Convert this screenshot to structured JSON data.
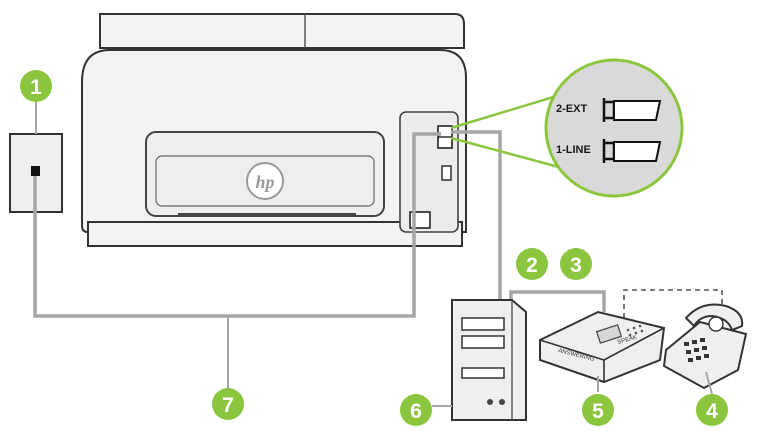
{
  "diagram": {
    "colors": {
      "callout_fill": "#8cc63f",
      "line": "#a6a6a6",
      "device_body": "#f0f0f0",
      "device_outline": "#333333",
      "zoom_circle": "#d9d9d9"
    },
    "callouts": [
      {
        "id": "1",
        "label": "1"
      },
      {
        "id": "2",
        "label": "2"
      },
      {
        "id": "3",
        "label": "3"
      },
      {
        "id": "4",
        "label": "4"
      },
      {
        "id": "5",
        "label": "5"
      },
      {
        "id": "6",
        "label": "6"
      },
      {
        "id": "7",
        "label": "7"
      }
    ],
    "ports": {
      "ext": "2-EXT",
      "line": "1-LINE"
    },
    "printer_logo": "hp",
    "answering_machine_text_left": "ANSWERING",
    "answering_machine_text_right": "SPEAK"
  }
}
